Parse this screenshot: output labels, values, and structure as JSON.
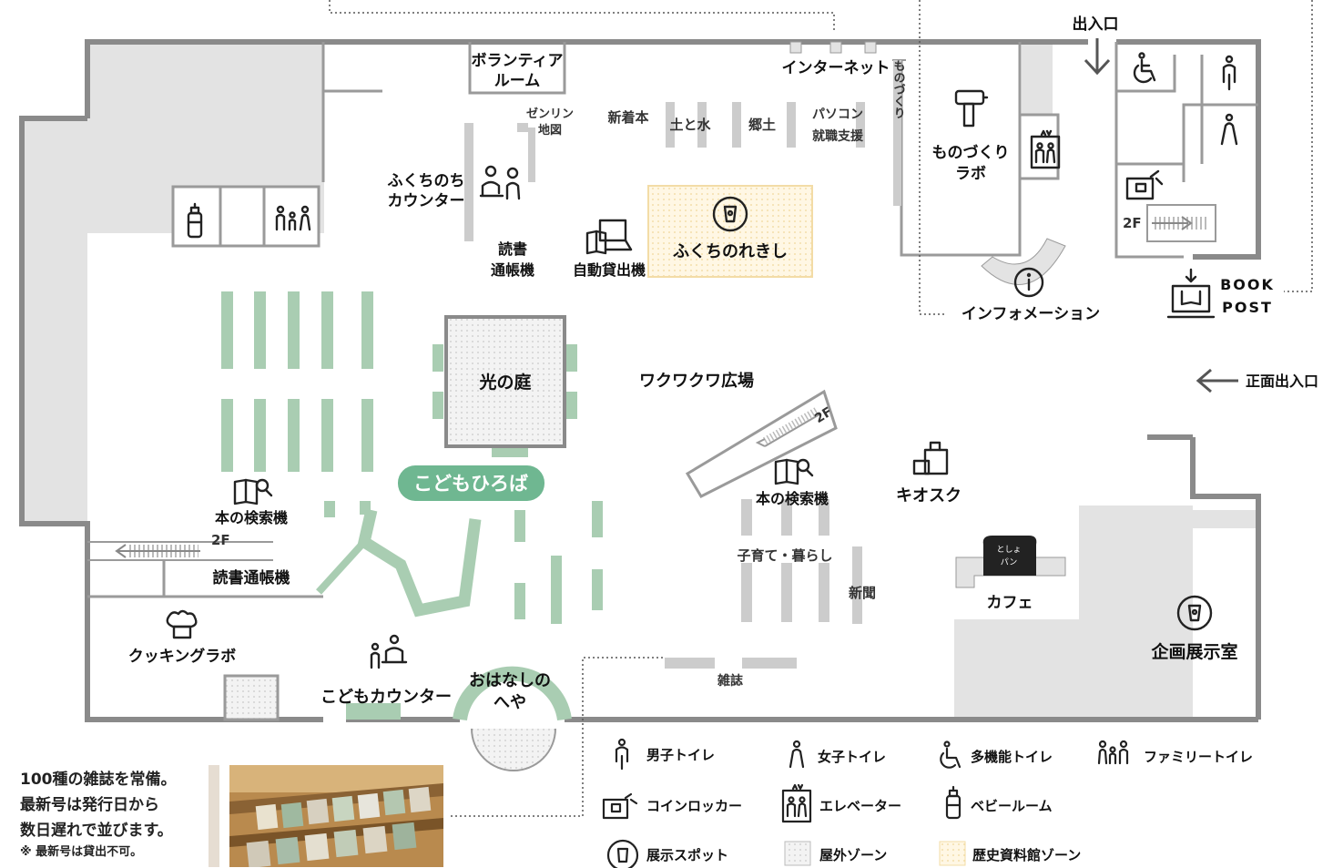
{
  "rooms": {
    "volunteer_room": [
      "ボランティア",
      "ルーム"
    ],
    "internet": "インターネット",
    "entrance_top": "出入口",
    "monozukuri_lab": [
      "ものづくり",
      "ラボ"
    ],
    "zenrin_map": [
      "ゼンリン",
      "地図"
    ],
    "new_books": "新着本",
    "tsuchi_to_mizu": "土と水",
    "kyodo": "郷土",
    "pc_job": [
      "パソコン",
      "就職支援"
    ],
    "monozukuri_shelf": "ものづくり",
    "fukuchi_counter": [
      "ふくちのち",
      "カウンター"
    ],
    "reading_passbook": [
      "読書",
      "通帳機"
    ],
    "self_checkout": "自動貸出機",
    "fukuchi_history": "ふくちのれきし",
    "information": "インフォメーション",
    "book_post": [
      "BOOK",
      "POST"
    ],
    "courtyard": "光の庭",
    "plaza": "ワクワクワ広場",
    "main_entrance": "正面出入口",
    "kids_plaza": "こどもひろば",
    "search_left": "本の検索機",
    "search_center": "本の検索機",
    "kiosk": "キオスク",
    "child_living": "子育て・暮らし",
    "newspaper": "新聞",
    "passbook_left": "読書通帳機",
    "cafe": "カフェ",
    "cafe_sign": [
      "としょ",
      "パン"
    ],
    "cooking_lab": "クッキングラボ",
    "exhibition_room": "企画展示室",
    "kids_counter": "こどもカウンター",
    "story_room": [
      "おはなしの",
      "へや"
    ],
    "magazines": "雑誌",
    "stairs_2f": "2F"
  },
  "legend": [
    {
      "icon": "male-toilet-icon",
      "label": "男子トイレ"
    },
    {
      "icon": "female-toilet-icon",
      "label": "女子トイレ"
    },
    {
      "icon": "accessible-toilet-icon",
      "label": "多機能トイレ"
    },
    {
      "icon": "family-toilet-icon",
      "label": "ファミリートイレ"
    },
    {
      "icon": "coin-locker-icon",
      "label": "コインロッカー"
    },
    {
      "icon": "elevator-icon",
      "label": "エレベーター"
    },
    {
      "icon": "baby-room-icon",
      "label": "ベビールーム"
    },
    {
      "icon": "exhibit-spot-icon",
      "label": "展示スポット"
    },
    {
      "icon": "outdoor-zone-swatch",
      "label": "屋外ゾーン"
    },
    {
      "icon": "history-zone-swatch",
      "label": "歴史資料館ゾーン"
    }
  ],
  "note": {
    "lines": [
      "100種の雑誌を常備。",
      "最新号は発行日から",
      "数日遅れで並びます。"
    ],
    "small": "※ 最新号は貸出不可。"
  },
  "colors": {
    "wall": "#8a8a8a",
    "gray_area": "#e3e3e3",
    "shelf_green": "#a9cdb2",
    "shelf_gray": "#cccccc",
    "kids_badge": "#6fb791",
    "history_zone": "#fff6e0",
    "history_border": "#f3dca6"
  }
}
